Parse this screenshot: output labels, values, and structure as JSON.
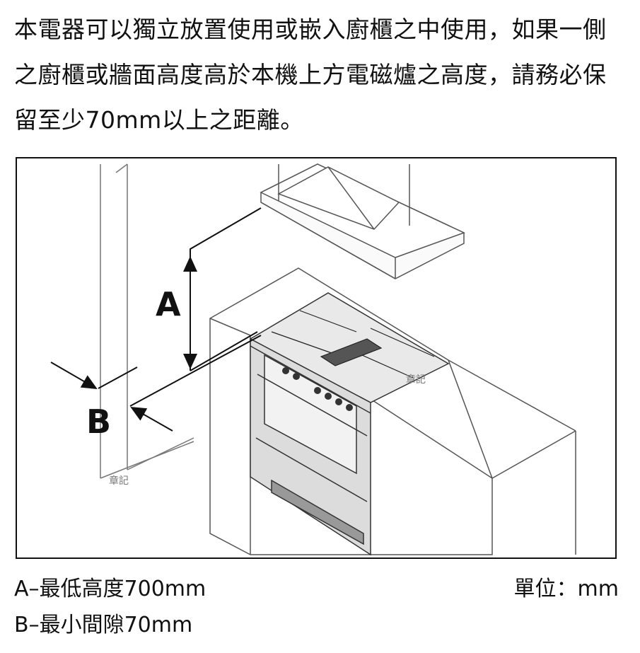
{
  "paragraph": "本電器可以獨立放置使用或嵌入廚櫃之中使用，如果一側之廚櫃或牆面高度高於本機上方電磁爐之高度，請務必保留至少70mm以上之距離。",
  "figure": {
    "label_a": "A",
    "label_b": "B",
    "watermark_1": "章記",
    "watermark_2": "章記"
  },
  "captions": {
    "a": "A–最低高度700mm",
    "b": "B–最小間隙70mm",
    "unit": "單位：mm"
  }
}
